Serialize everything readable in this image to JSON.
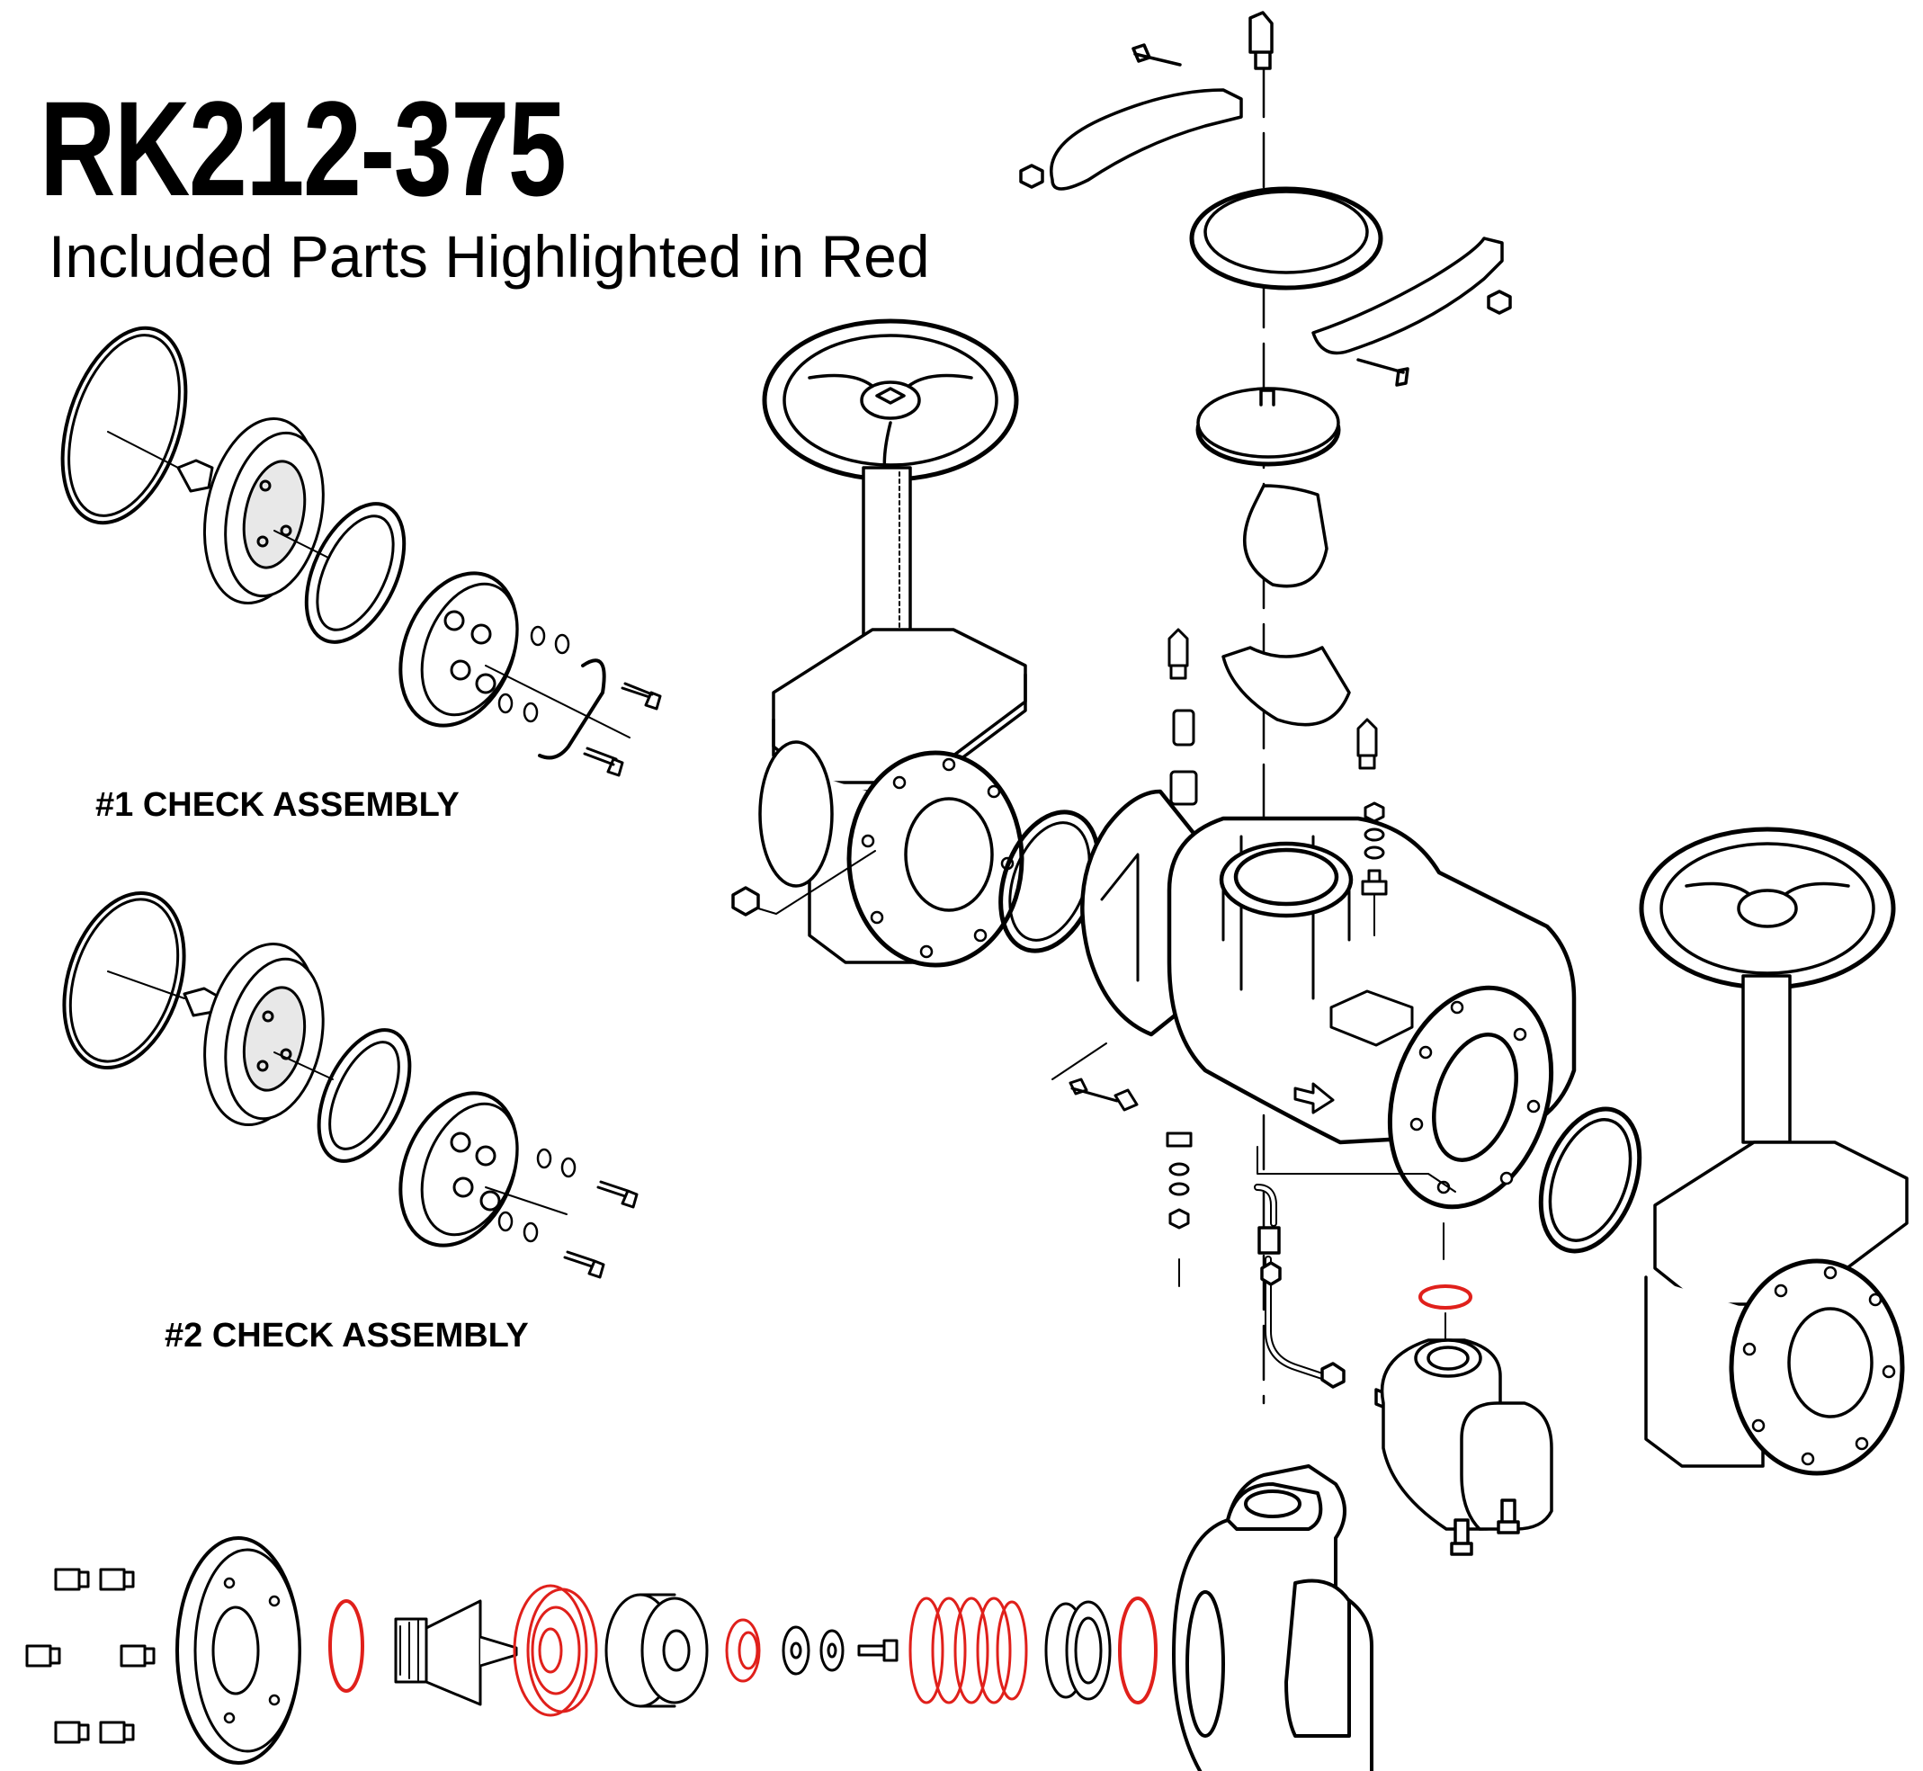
{
  "header": {
    "title": "RK212-375",
    "subtitle": "Included Parts Highlighted in Red"
  },
  "captions": {
    "check1": "#1 CHECK ASSEMBLY",
    "check2": "#2 CHECK ASSEMBLY"
  },
  "colors": {
    "line": "#000000",
    "highlight": "#e0201b",
    "part_fill": "#ffffff",
    "shade": "#d6d6d6"
  }
}
